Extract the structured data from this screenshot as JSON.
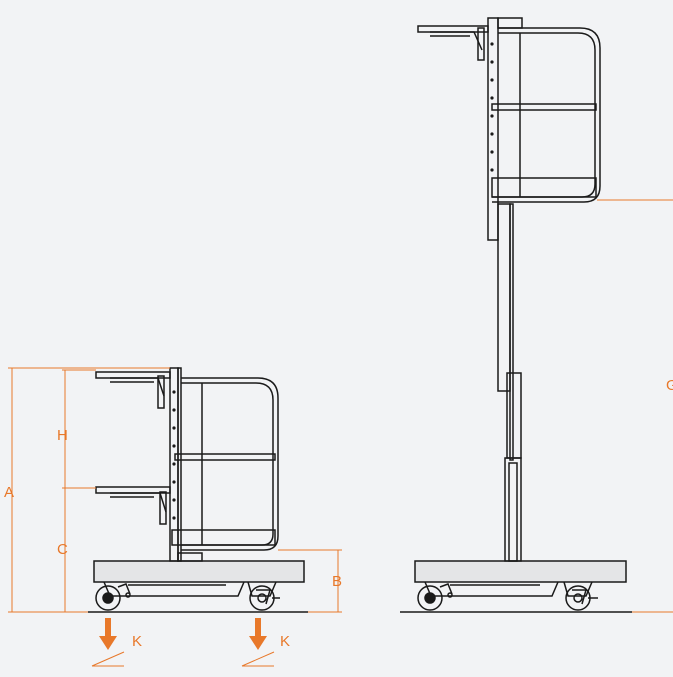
{
  "colors": {
    "background": "#f2f3f5",
    "line": "#1a1a1a",
    "dimension": "#e8782a",
    "platform": "#e4e5e7"
  },
  "labels": {
    "a": "A",
    "b": "B",
    "c": "C",
    "h": "H",
    "g": "G",
    "k1": "K",
    "k2": "K"
  }
}
